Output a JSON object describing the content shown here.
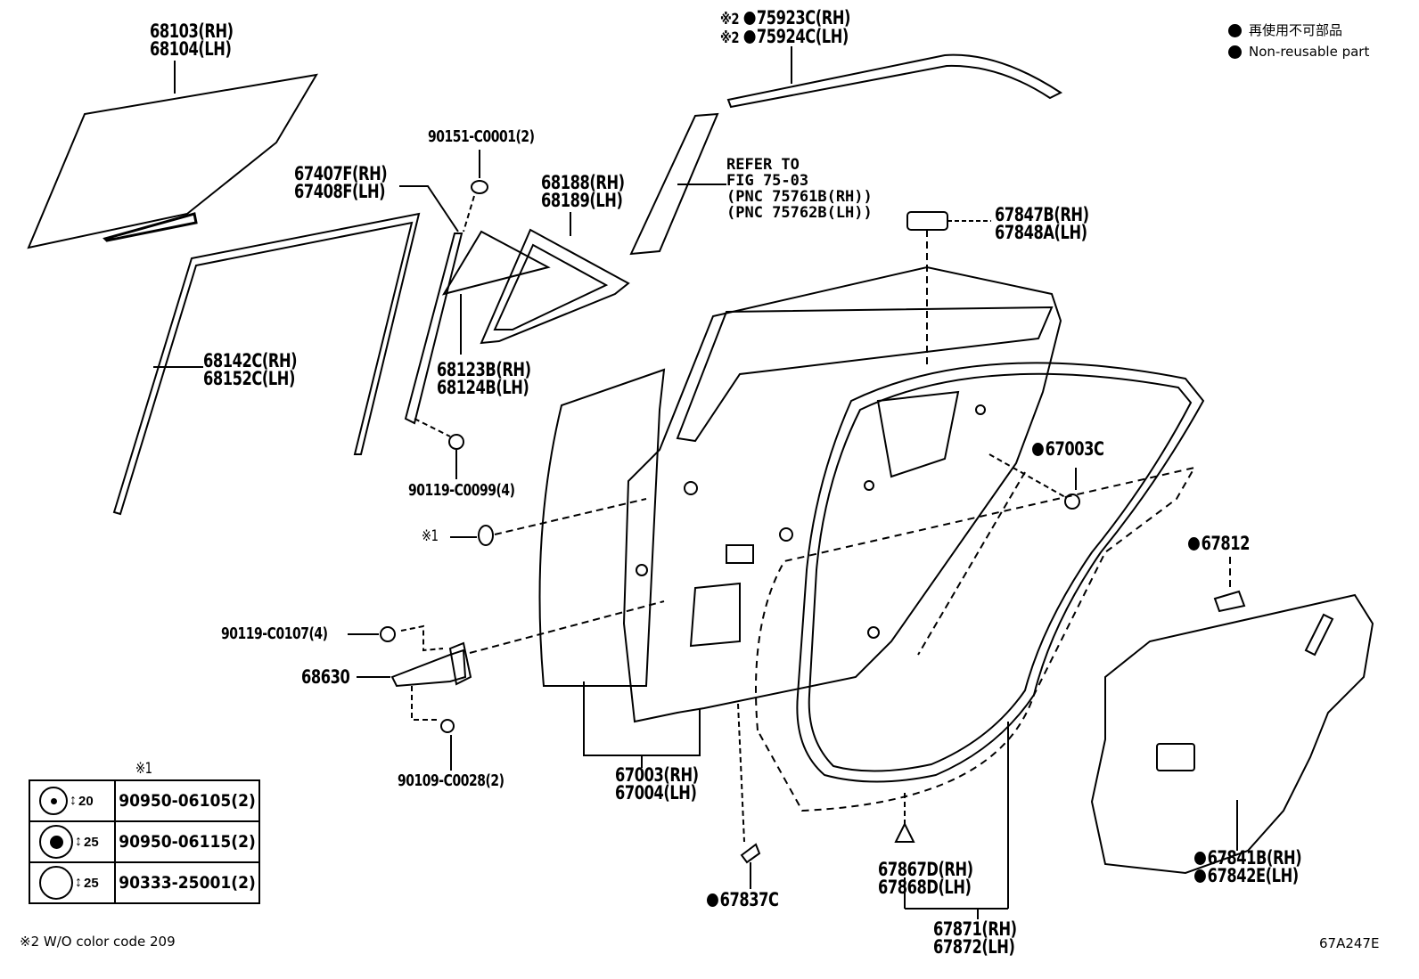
{
  "legend": {
    "items": [
      {
        "icon": "filled-circle",
        "text": "再使用不可部品"
      },
      {
        "icon": "filled-circle",
        "text": "Non-reusable part"
      }
    ]
  },
  "callouts": {
    "glass": [
      "68103(RH)",
      "68104(LH)"
    ],
    "roof_molding": {
      "note": "※2",
      "lines": [
        "75923C(RH)",
        "75924C(LH)"
      ],
      "non_reusable": true
    },
    "screw_top": [
      "90151-C0001(2)"
    ],
    "channel": [
      "67407F(RH)",
      "67408F(LH)"
    ],
    "quarter_frame": [
      "68188(RH)",
      "68189(LH)"
    ],
    "refer": [
      "REFER TO",
      "FIG 75-03",
      "(PNC 75761B(RH))",
      "(PNC 75762B(LH))"
    ],
    "pad_top": [
      "67847B(RH)",
      "67848A(LH)"
    ],
    "run_channel": [
      "68142C(RH)",
      "68152C(LH)"
    ],
    "quarter_glass": [
      "68123B(RH)",
      "68124B(LH)"
    ],
    "bolt_channel": [
      "90119-C0099(4)"
    ],
    "hole_plug_ref": "※1",
    "clip_67003c": {
      "text": "67003C",
      "non_reusable": true
    },
    "seal_67812": {
      "text": "67812",
      "non_reusable": true
    },
    "bolt_check": [
      "90119-C0107(4)"
    ],
    "check_assy": [
      "68630"
    ],
    "bolt_bottom": [
      "90109-C0028(2)"
    ],
    "door_panel": [
      "67003(RH)",
      "67004(LH)"
    ],
    "clip_67837c": {
      "text": "67837C",
      "non_reusable": true
    },
    "clip_67867": [
      "67867D(RH)",
      "67868D(LH)"
    ],
    "weatherstrip": [
      "67871(RH)",
      "67872(LH)"
    ],
    "service_hole_cover": {
      "lines": [
        "67841B(RH)",
        "67842E(LH)"
      ],
      "non_reusable": true
    }
  },
  "plug_table": {
    "title": "※1",
    "rows": [
      {
        "dim": "20",
        "icon": "ring-small-dot",
        "part": "90950-06105(2)"
      },
      {
        "dim": "25",
        "icon": "ring-big-dot",
        "part": "90950-06115(2)"
      },
      {
        "dim": "25",
        "icon": "ring-empty",
        "part": "90333-25001(2)"
      }
    ]
  },
  "footnote": "※2 W/O color code 209",
  "figure_id": "67A247E"
}
